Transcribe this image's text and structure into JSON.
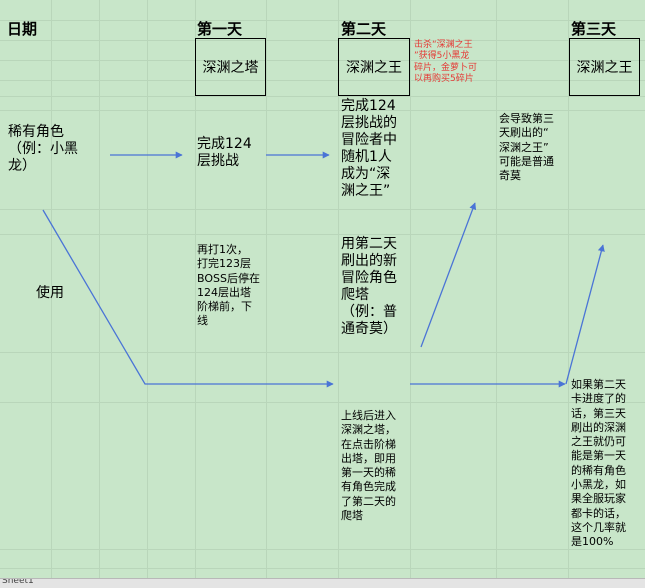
{
  "headers": {
    "date": "日期",
    "day1": "第一天",
    "day2": "第二天",
    "day3": "第三天"
  },
  "boxes": {
    "tower_day1": "深渊之塔",
    "king_day2": "深渊之王",
    "king_day3": "深渊之王"
  },
  "notes": {
    "rare_role": "稀有角色\n（例：小黑\n龙）",
    "use": "使用",
    "d1_complete": "完成124\n层挑战",
    "d1_replay": "再打1次，\n打完123层\nBOSS后停在\n124层出塔\n阶梯前，下\n线",
    "d2_complete": "完成124\n层挑战的\n冒险者中\n随机1人\n成为“深\n渊之王”",
    "d2_reward": "击杀“深渊之王\n”获得5小黑龙\n碎片，金萝卜可\n以再购买5碎片",
    "d2_newrole": "用第二天\n刷出的新\n冒险角色\n爬塔\n（例：普\n通奇莫）",
    "d2_login": "上线后进入\n深渊之塔，\n在点击阶梯\n出塔，即用\n第一天的稀\n有角色完成\n了第二天的\n爬塔",
    "d3_result": "会导致第三\n天刷出的“\n深渊之王”\n可能是普通\n奇莫",
    "d3_condition": "如果第二天\n卡进度了的\n话，第三天\n刷出的深渊\n之王就仍可\n能是第一天\n的稀有角色\n小黑龙，如\n果全服玩家\n都卡的话，\n这个几率就\n是100%"
  },
  "status_bar": {
    "tab_fragment": "Sheet1"
  },
  "colors": {
    "background": "#c8e6c9",
    "gridline": "#b9d6ba",
    "arrow": "#4a74d6",
    "highlight_text": "#e53935"
  }
}
